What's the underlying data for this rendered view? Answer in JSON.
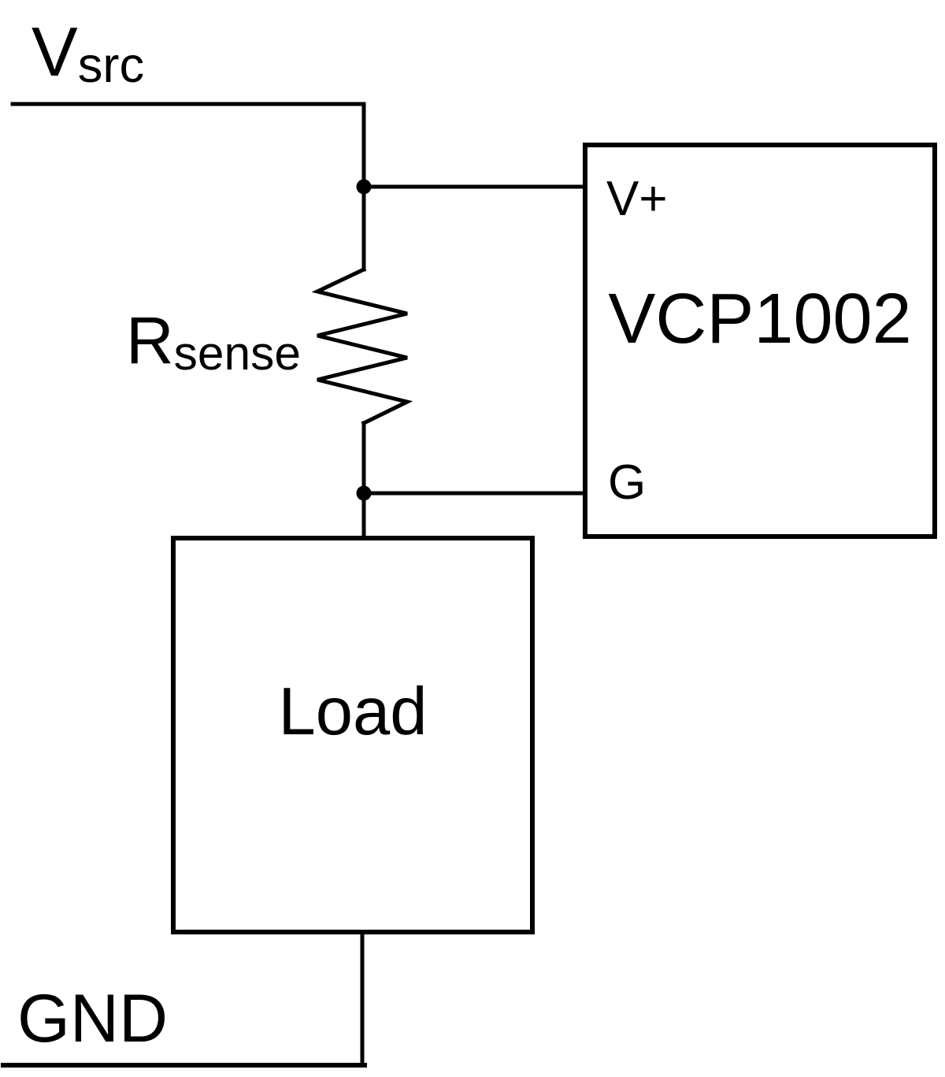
{
  "diagram": {
    "type": "circuit-schematic",
    "background_color": "#ffffff",
    "line_color": "#000000",
    "source_label": {
      "main": "V",
      "sub": "src"
    },
    "resistor_label": {
      "main": "R",
      "sub": "sense"
    },
    "ground_label": "GND",
    "load_box": {
      "label": "Load"
    },
    "ic_box": {
      "label": "VCP1002",
      "pins": [
        {
          "name": "V+"
        },
        {
          "name": "G"
        }
      ]
    },
    "components": [
      "Vsrc supply rail",
      "Rsense series sense resistor between V+ and G pins",
      "VCP1002 current-sense IC",
      "Load block",
      "GND rail"
    ]
  }
}
